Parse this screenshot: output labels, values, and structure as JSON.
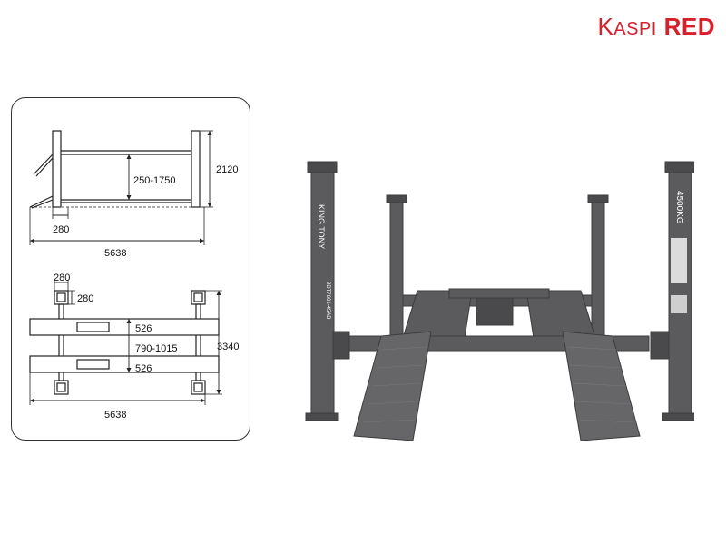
{
  "brand": {
    "name_k": "K",
    "name_aspi": "ASPI",
    "name_red": "RED",
    "color": "#d6202a"
  },
  "side_view": {
    "lift_height": "250-1750",
    "total_height": "2120",
    "overhang": "280",
    "length": "5638"
  },
  "top_view": {
    "post_width": "280",
    "post_depth": "280",
    "runway_width_1": "526",
    "gap": "790-1015",
    "runway_width_2": "526",
    "total_width": "3340",
    "length": "5638"
  },
  "product": {
    "post_brand_text": "KING TONY",
    "capacity_text": "4500KG",
    "model_text": "9DT7601-45AB",
    "color": "#5b5b5d"
  }
}
